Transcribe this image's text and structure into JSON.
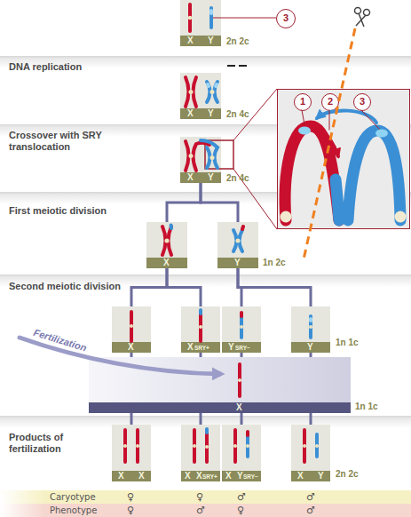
{
  "diagram": {
    "nodes": [
      {
        "text": [
          "X",
          "Y"
        ]
      },
      {
        "text": [
          "3"
        ]
      },
      {
        "text": [
          "X",
          "Y"
        ]
      },
      {
        "text": []
      },
      {
        "text": [
          "1"
        ],
        "in": 3
      },
      {
        "text": [
          "2"
        ],
        "in": 3
      },
      {
        "text": [
          "3"
        ],
        "in": 3
      },
      {
        "text": [
          "X",
          "Y"
        ]
      },
      {
        "text": [
          "X"
        ]
      },
      {
        "text": [
          "Y"
        ]
      },
      {
        "text": [
          "X"
        ]
      },
      {
        "text": [
          "X",
          "SRY+"
        ]
      },
      {
        "text": [
          "Y",
          "SRY−"
        ]
      },
      {
        "text": [
          "Y"
        ]
      },
      {
        "text": [
          "X"
        ]
      },
      {
        "text": [
          "X",
          "X"
        ]
      },
      {
        "text": [
          "X",
          "X",
          "SRY+"
        ]
      },
      {
        "text": [
          "X",
          "Y",
          "SRY−"
        ]
      },
      {
        "text": [
          "X",
          "Y"
        ]
      },
      {
        "text": [
          "Caryotype",
          "♀",
          "♀",
          "♂",
          "♂"
        ]
      },
      {
        "text": [
          "Phenotype",
          "♀",
          "♂",
          "♀",
          "♂"
        ]
      }
    ],
    "edges": [
      {
        "from": 7,
        "to": 8,
        "arrow": "none"
      },
      {
        "from": 7,
        "to": 9,
        "arrow": "none"
      },
      {
        "from": 8,
        "to": 10,
        "arrow": "none"
      },
      {
        "from": 8,
        "to": 11,
        "arrow": "none"
      },
      {
        "from": 9,
        "to": 12,
        "arrow": "none"
      },
      {
        "from": 9,
        "to": 13,
        "arrow": "none"
      },
      {
        "from": 10,
        "to": 14,
        "arrow": "none"
      },
      {
        "from": 11,
        "to": 14,
        "arrow": "none"
      },
      {
        "from": 12,
        "to": 14,
        "arrow": "none"
      },
      {
        "from": 13,
        "to": 14,
        "arrow": "none"
      },
      {
        "from": 14,
        "to": 15,
        "arrow": "none"
      },
      {
        "from": 14,
        "to": 16,
        "arrow": "none"
      },
      {
        "from": 14,
        "to": 17,
        "arrow": "none"
      },
      {
        "from": 14,
        "to": 18,
        "arrow": "none"
      }
    ],
    "labels": [
      "2n 2c",
      "DNA replication",
      "2n 4c",
      "Crossover with SRY translocation",
      "2n 4c",
      "First meiotic division",
      "1n 2c",
      "Second meiotic division",
      "Fertilization",
      "1n 1c",
      "1n 1c",
      "Products of fertilization",
      "2n 2c"
    ]
  }
}
